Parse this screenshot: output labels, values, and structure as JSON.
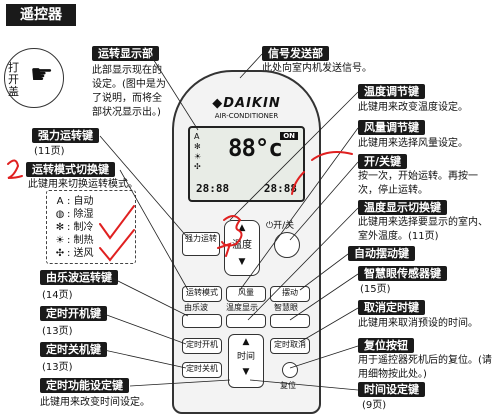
{
  "title": "遥控器",
  "labels": {
    "run_display": "运转显示部",
    "run_display_desc": "此部显示现在的设定。(图中是为了说明，而将全部状况显示出。)",
    "signal": "信号发送部",
    "signal_desc": "此处向室内机发送信号。",
    "temp_adjust": "温度调节键",
    "temp_adjust_desc": "此键用来改变温度设定。",
    "fan_adjust": "风量调节键",
    "fan_adjust_desc": "此键用来选择风量设定。",
    "power": "开/关键",
    "power_desc": "按一次，开始运转。再按一次，停止运转。",
    "temp_display_switch": "温度显示切换键",
    "temp_display_switch_desc": "此键用来选择要显示的室内、室外温度。(11页)",
    "auto_swing": "自动摆动键",
    "smart_eye": "智慧眼传感器键",
    "smart_eye_page": "(15页)",
    "cancel_timer": "取消定时键",
    "cancel_timer_desc": "此键用来取消预设的时间。",
    "reset": "复位按钮",
    "reset_desc": "用于遥控器死机后的复位。(请用细物按此处。)",
    "time_set": "时间设定键",
    "time_set_page": "(9页)",
    "strong": "强力运转键",
    "strong_page": "(11页)",
    "mode_switch": "运转模式切换键",
    "mode_switch_desc": "此键用来切换运转模式。",
    "music_wave": "由乐波运转键",
    "music_wave_page": "(14页)",
    "timer_on": "定时开机键",
    "timer_on_page": "(13页)",
    "timer_off": "定时关机键",
    "timer_off_page": "(13页)",
    "timer_func": "定时功能设定键",
    "timer_func_desc": "此键用来改变时间设定。",
    "open_cover": "打开盖"
  },
  "modes": [
    {
      "icon": "A",
      "label": ": 自动"
    },
    {
      "icon": "◍",
      "label": ": 除湿"
    },
    {
      "icon": "✻",
      "label": ": 制冷"
    },
    {
      "icon": "☀",
      "label": ": 制热"
    },
    {
      "icon": "✣",
      "label": ": 送风"
    }
  ],
  "remote": {
    "brand": "◆DAIKIN",
    "subtitle": "AIR-CONDITIONER",
    "lcd_temp": "88°c",
    "lcd_on": "ON",
    "lcd_time_left": "28:88",
    "lcd_time_right": "28:88",
    "btn_strong": "强力运转",
    "btn_power": "⏻开/关",
    "btn_temp": "温度",
    "btn_mode": "运转模式",
    "btn_fan": "风量",
    "btn_swing": "摆动",
    "lbl_music": "由乐波",
    "lbl_tempdisp": "温度显示",
    "lbl_smart": "智慧眼",
    "btn_on_timer": "定时开机",
    "btn_off_timer": "定时关机",
    "btn_cancel": "定时取消",
    "btn_time": "时间",
    "lbl_reset": "复位"
  }
}
